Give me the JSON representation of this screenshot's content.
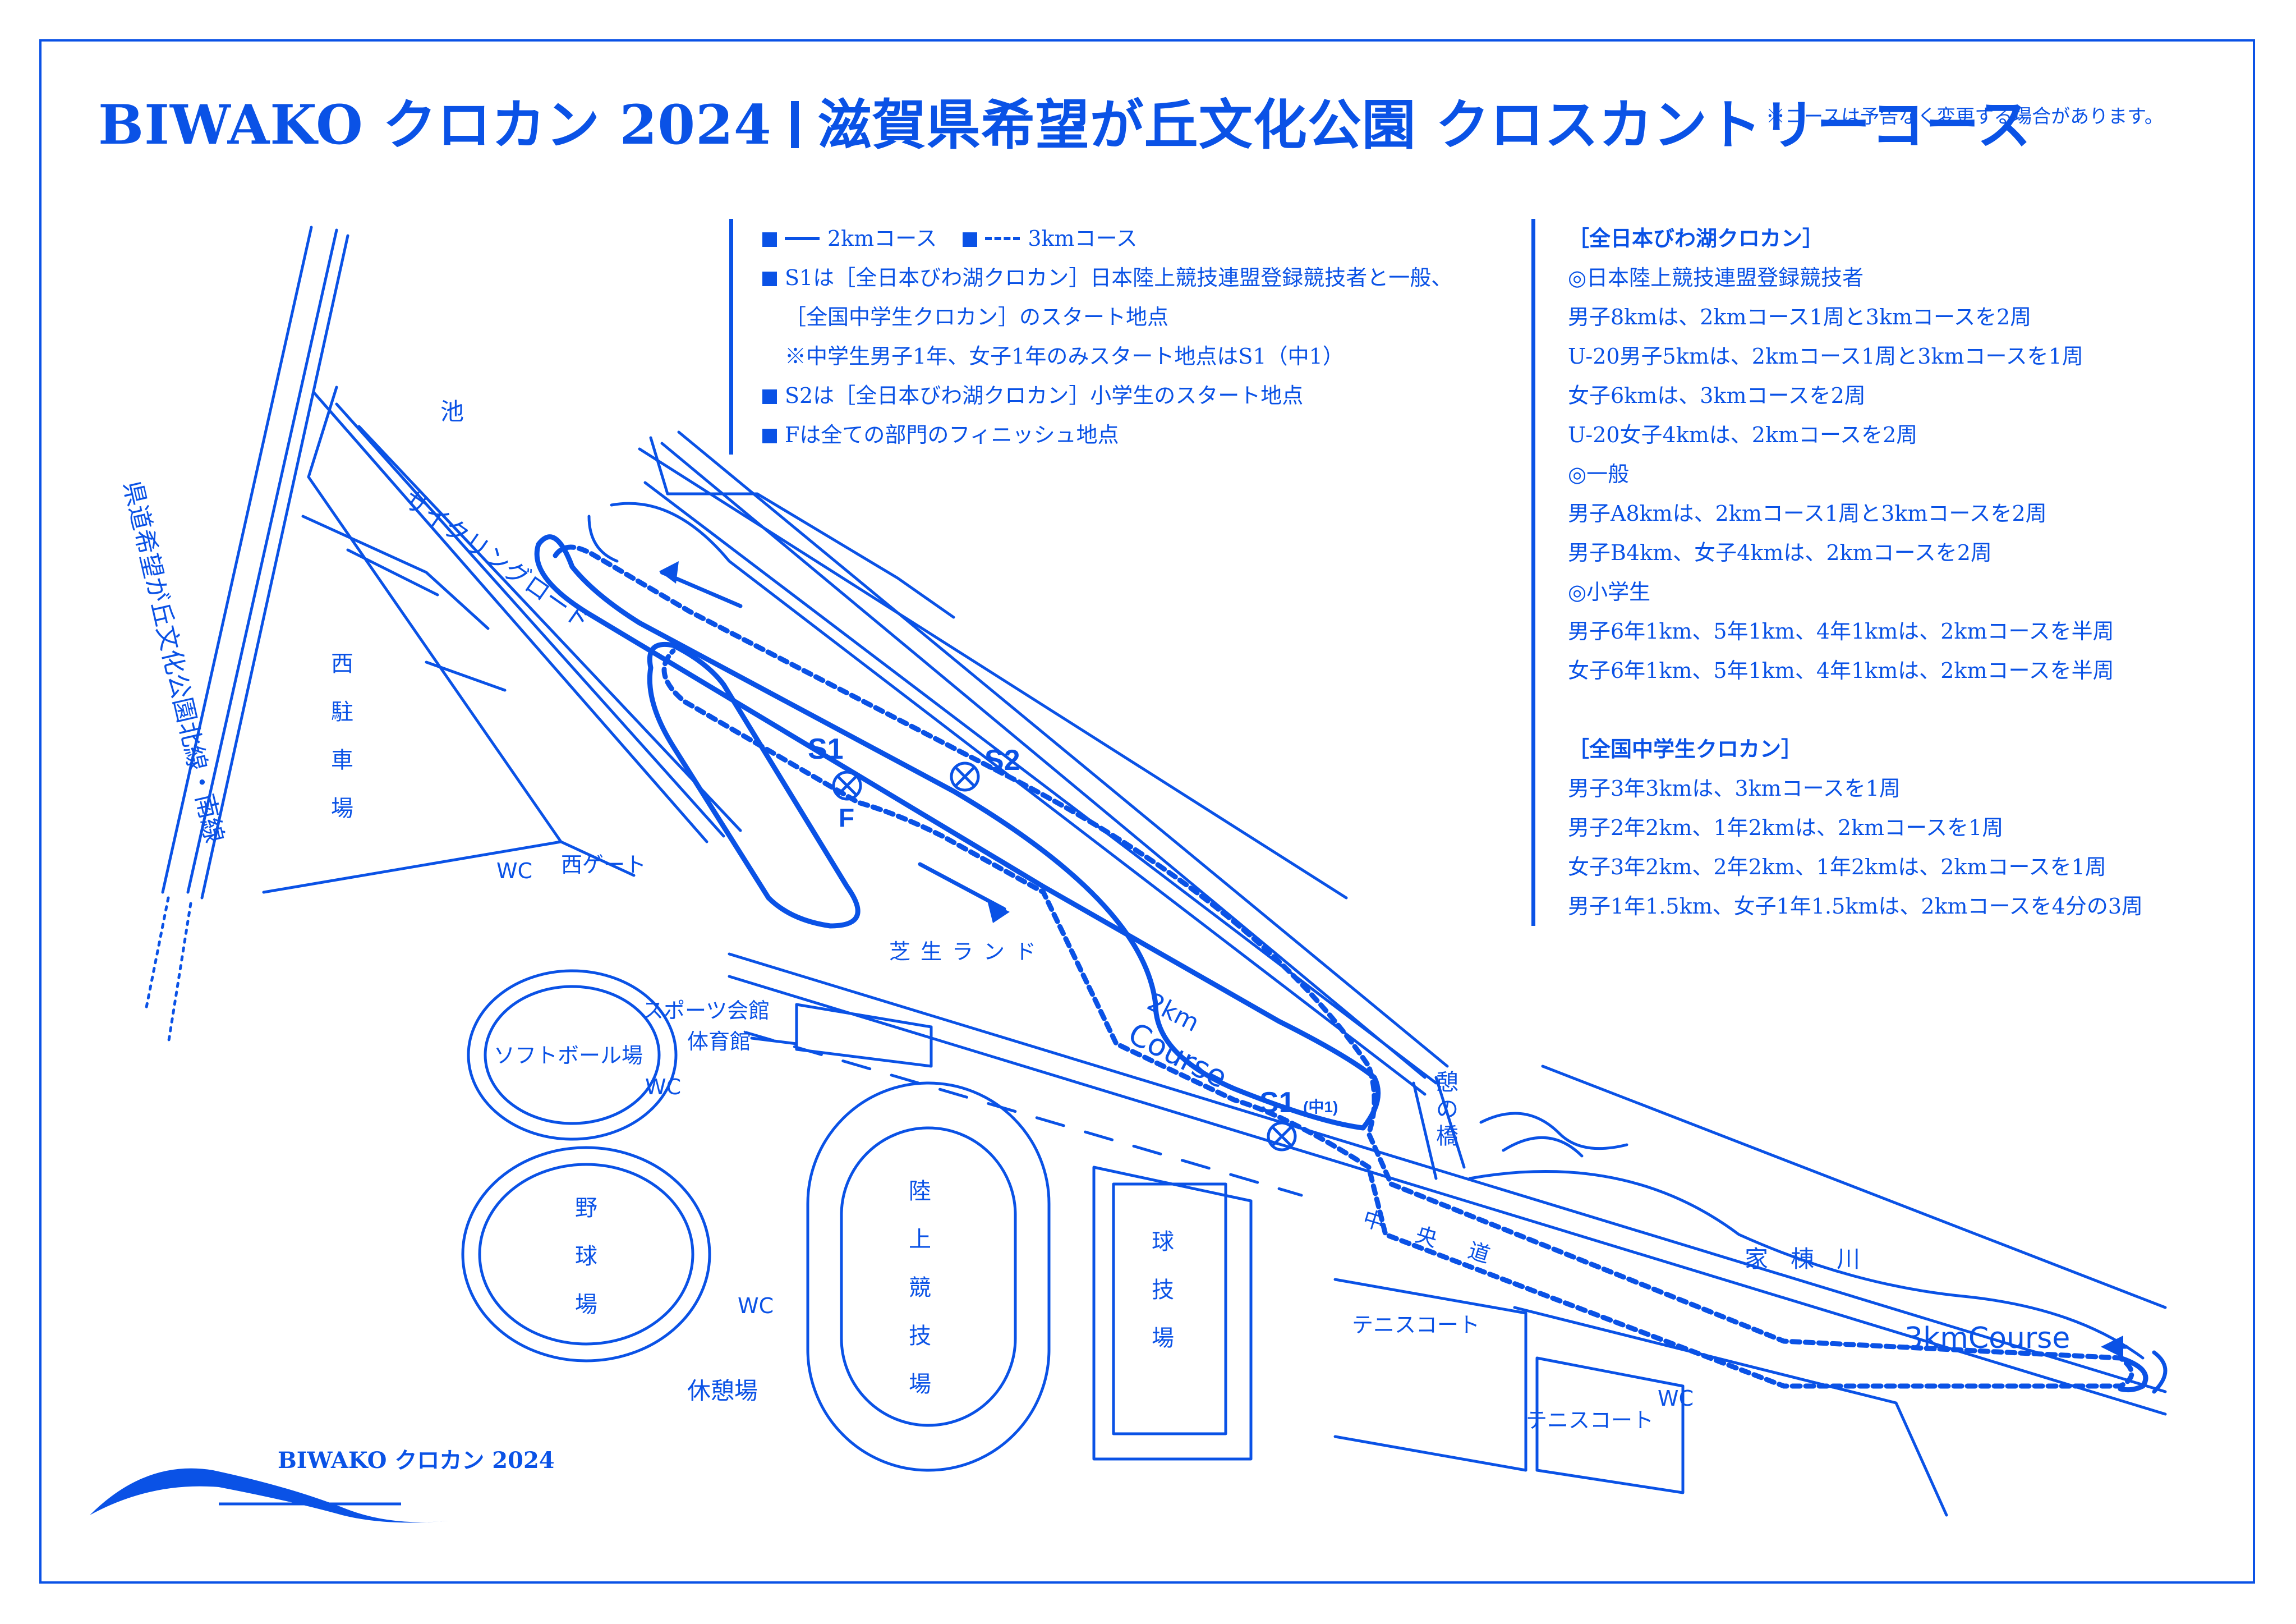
{
  "header": {
    "event": "BIWAKO クロカン 2024",
    "venue": "滋賀県希望が丘文化公園 クロスカントリーコース",
    "notice": "※コースは予告なく変更する場合があります。"
  },
  "legend": {
    "course2": "2kmコース",
    "course3": "3kmコース",
    "notes": [
      "S1は［全日本びわ湖クロカン］日本陸上競技連盟登録競技者と一般、",
      "［全国中学生クロカン］のスタート地点",
      "※中学生男子1年、女子1年のみスタート地点はS1（中1）",
      "S2は［全日本びわ湖クロカン］小学生のスタート地点",
      "Fは全ての部門のフィニッシュ地点"
    ]
  },
  "info": {
    "heading1": "［全日本びわ湖クロカン］",
    "lines1": [
      "◎日本陸上競技連盟登録競技者",
      "男子8kmは、2kmコース1周と3kmコースを2周",
      "U-20男子5kmは、2kmコース1周と3kmコースを1周",
      "女子6kmは、3kmコースを2周",
      "U-20女子4kmは、2kmコースを2周",
      "◎一般",
      "男子A8kmは、2kmコース1周と3kmコースを2周",
      "男子B4km、女子4kmは、2kmコースを2周",
      "◎小学生",
      "男子6年1km、5年1km、4年1kmは、2kmコースを半周",
      "女子6年1km、5年1km、4年1kmは、2kmコースを半周"
    ],
    "heading2": "［全国中学生クロカン］",
    "lines2": [
      "男子3年3kmは、3kmコースを1周",
      "男子2年2km、1年2kmは、2kmコースを1周",
      "女子3年2km、2年2km、1年2kmは、2kmコースを1周",
      "男子1年1.5km、女子1年1.5kmは、2kmコースを4分の3周"
    ]
  },
  "places": {
    "pond": "池",
    "west_parking": "西駐車場",
    "prefectural_road": "県道希望が丘文化公園北線・南線",
    "cycling_road": "サイクリングロード",
    "wc": "WC",
    "west_gate": "西ゲート",
    "lawn_land": "芝生ランド",
    "sports_hall": "スポーツ会館",
    "gymnasium": "体育館",
    "softball": "ソフトボール場",
    "baseball": "野球場",
    "athletics": "陸上競技場",
    "ball_field": "球技場",
    "rest_area": "休憩場",
    "tennis1": "テニスコート",
    "tennis2": "テニスコート",
    "central_road": "中央道",
    "ikoi_bridge": "憩の橋",
    "river": "家棟川"
  },
  "markers": {
    "s1": "S1",
    "s2": "S2",
    "f": "F",
    "s1_jh1": "S1",
    "s1_jh1_sub": "(中1)"
  },
  "course_labels": {
    "c2_distance": "2km",
    "c2_word": "Course",
    "c3": "3kmCourse"
  },
  "logo": {
    "text": "BIWAKO クロカン 2024"
  },
  "colors": {
    "ink": "#0a52e6",
    "background": "#ffffff"
  }
}
